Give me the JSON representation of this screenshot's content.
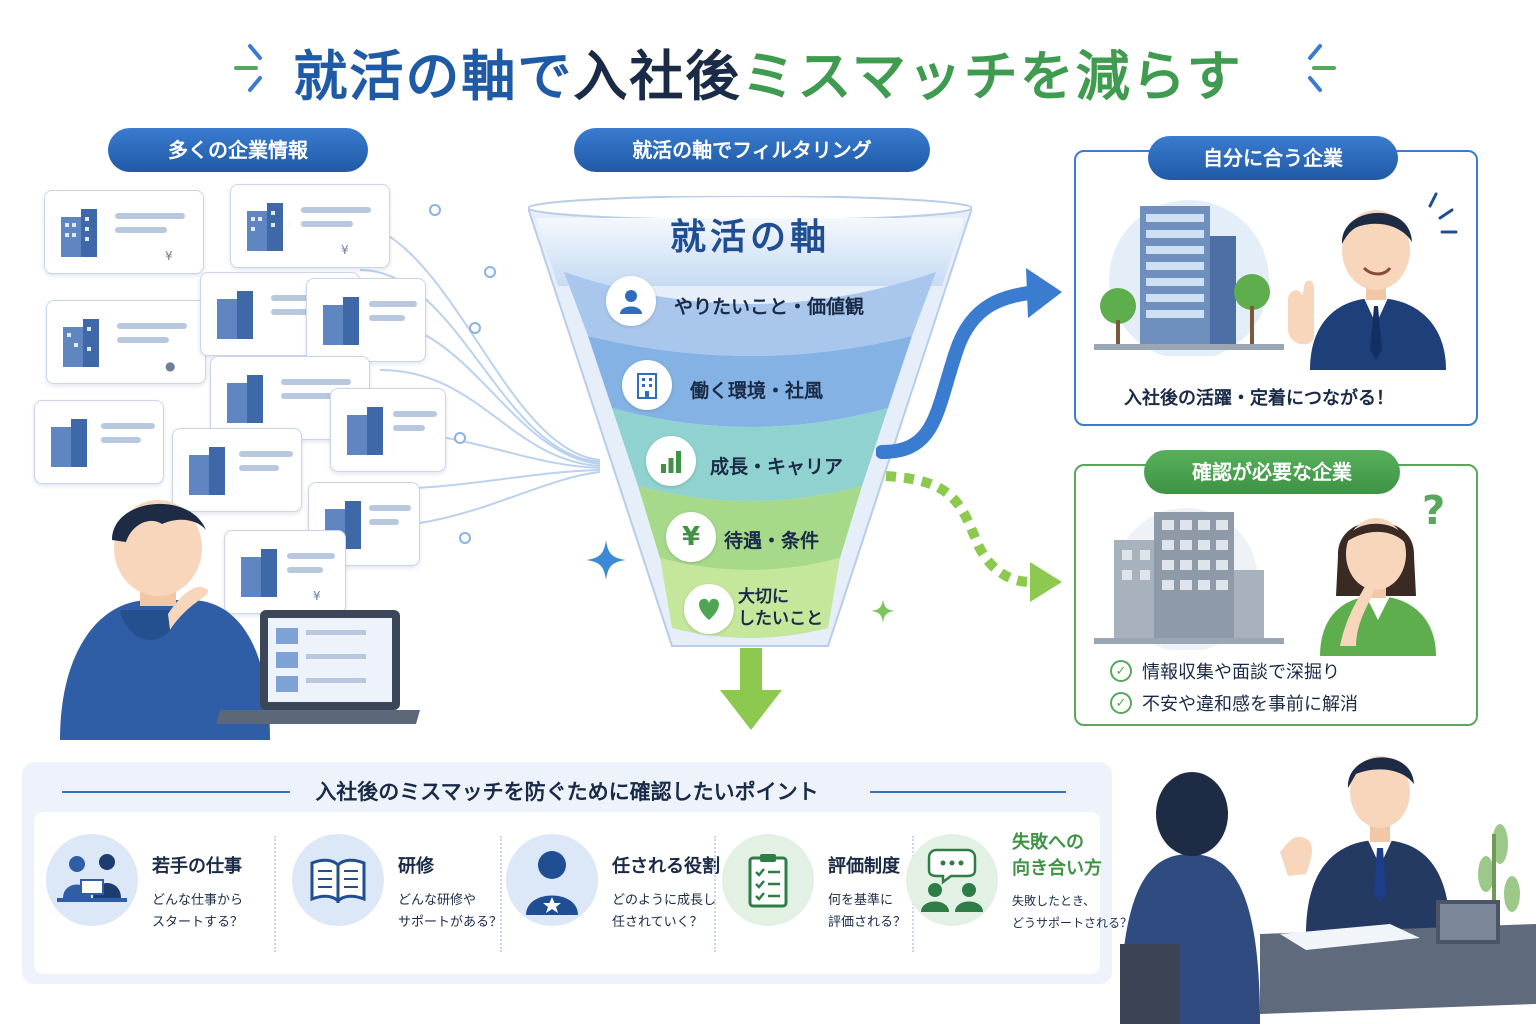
{
  "title": {
    "part1": "就活の軸で",
    "part2": "入社後",
    "part3": "ミスマッチを減らす"
  },
  "left": {
    "label": "多くの企業情報",
    "card_icon_yen": "¥"
  },
  "funnel": {
    "header": "就活の軸でフィルタリング",
    "title": "就活の軸",
    "layers": [
      {
        "label": "やりたいこと・価値観",
        "icon": "person-icon",
        "color": "#a9c7ec"
      },
      {
        "label": "働く環境・社風",
        "icon": "building-icon",
        "color": "#84b2e4"
      },
      {
        "label": "成長・キャリア",
        "icon": "bar-chart-icon",
        "color": "#8fd2cf"
      },
      {
        "label": "待遇・条件",
        "icon": "yen-icon",
        "icon_text": "¥",
        "color": "#a6d98a"
      },
      {
        "label_line1": "大切に",
        "label_line2": "したいこと",
        "icon": "heart-icon",
        "color": "#c4e79c"
      }
    ]
  },
  "match": {
    "label": "自分に合う企業",
    "text": "入社後の活躍・定着につながる！",
    "color": "#3a7cd0"
  },
  "check_company": {
    "label": "確認が必要な企業",
    "question_mark": "?",
    "items": [
      "情報収集や面談で深掘り",
      "不安や違和感を事前に解消"
    ],
    "check_glyph": "✓",
    "color": "#58a85c"
  },
  "bottom": {
    "title": "入社後のミスマッチを防ぐために確認したいポイント",
    "points": [
      {
        "title": "若手の仕事",
        "desc1": "どんな仕事から",
        "desc2": "スタートする？",
        "icon": "meeting-icon"
      },
      {
        "title": "研修",
        "desc1": "どんな研修や",
        "desc2": "サポートがある？",
        "icon": "book-icon"
      },
      {
        "title": "任される役割",
        "desc1": "どのように成長し",
        "desc2": "任されていく？",
        "icon": "person-star-icon"
      },
      {
        "title": "評価制度",
        "desc1": "何を基準に",
        "desc2": "評価される？",
        "icon": "clipboard-icon"
      },
      {
        "title_line1": "失敗への",
        "title_line2": "向き合い方",
        "desc1": "失敗したとき、",
        "desc2": "どうサポートされる？",
        "icon": "chat-people-icon"
      }
    ]
  }
}
